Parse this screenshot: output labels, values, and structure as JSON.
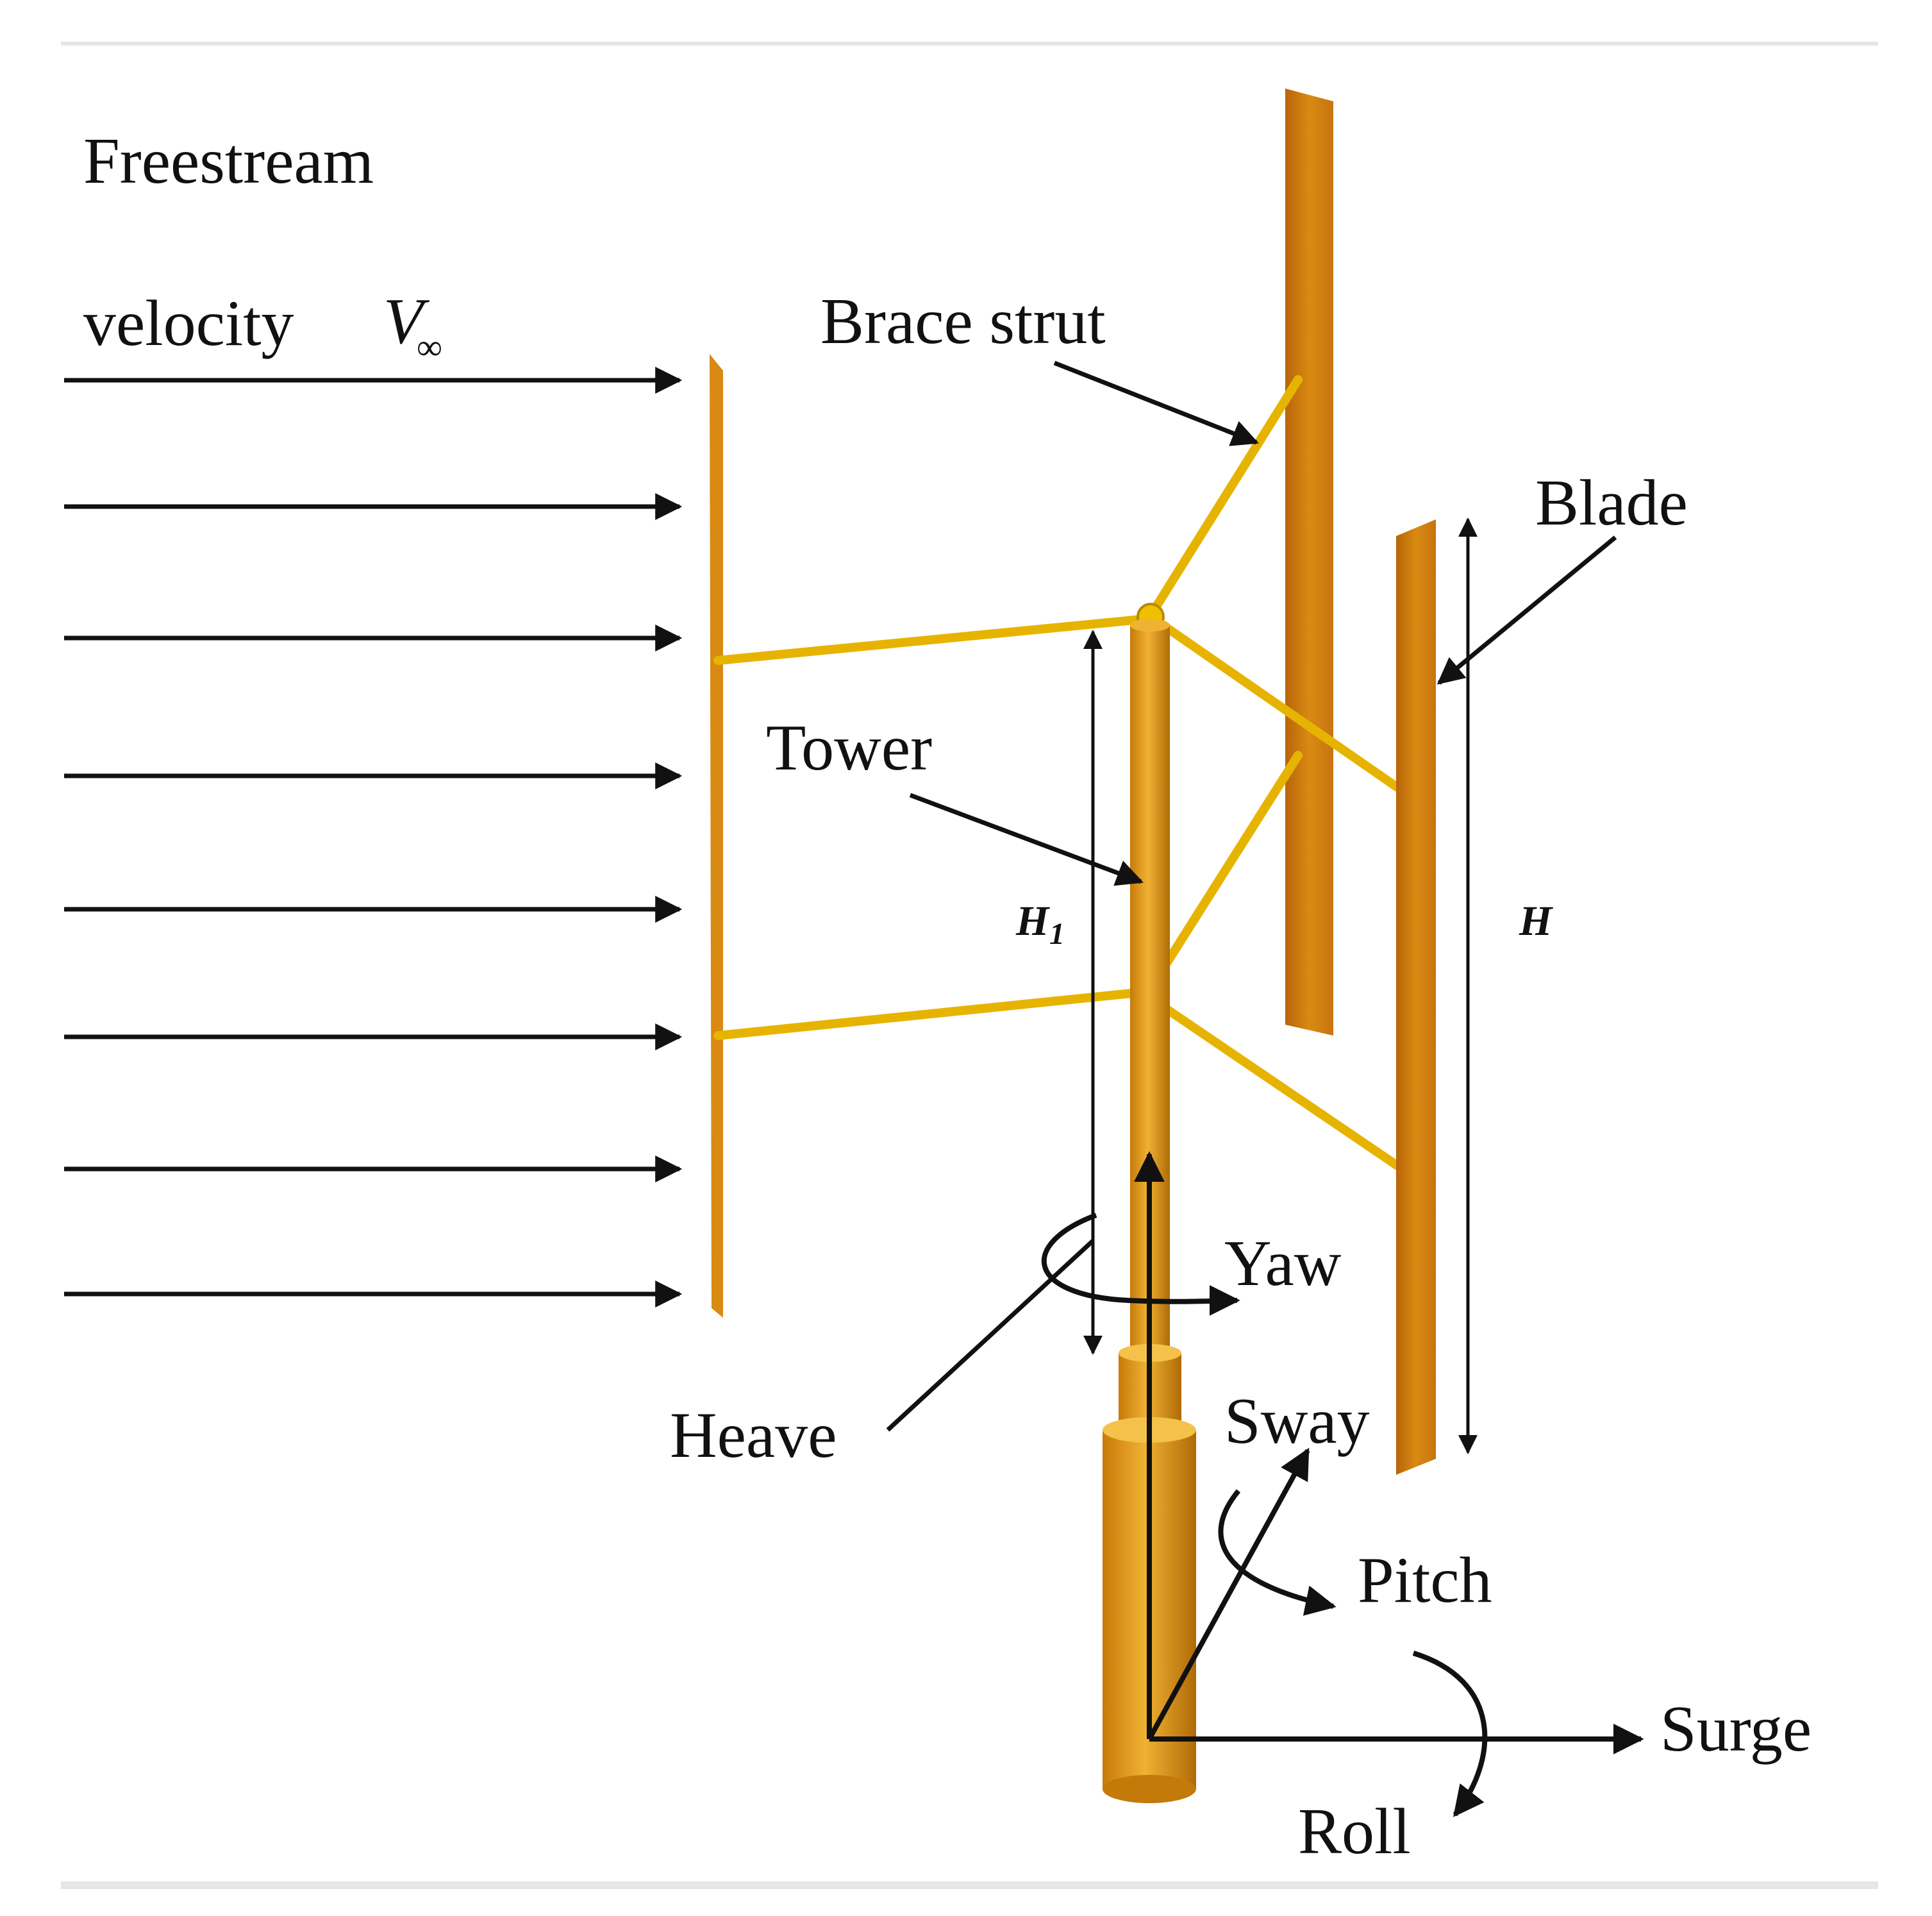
{
  "labels": {
    "freestream_line1": "Freestream",
    "freestream_line2": "velocity",
    "velocity_symbol": "V",
    "velocity_subscript": "∞",
    "brace_strut": "Brace strut",
    "blade": "Blade",
    "tower": "Tower",
    "h1_main": "H",
    "h1_sub": "1",
    "h": "H",
    "yaw": "Yaw",
    "heave": "Heave",
    "sway": "Sway",
    "pitch": "Pitch",
    "surge": "Surge",
    "roll": "Roll"
  },
  "colors": {
    "structure_gold": "#E8A515",
    "structure_dark": "#B8700A",
    "strut_yellow": "#F2C200",
    "arrows": "#111111"
  }
}
